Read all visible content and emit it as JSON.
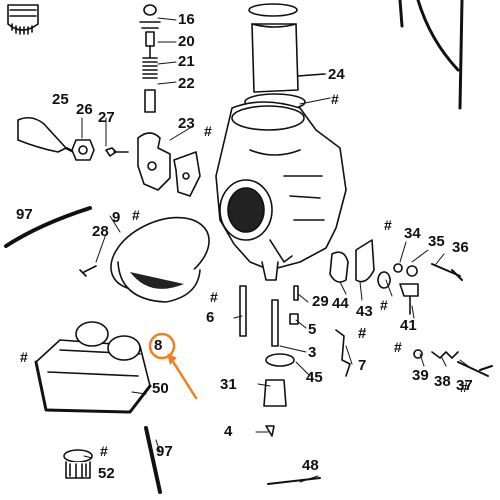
{
  "labels": {
    "n16": "16",
    "n20": "20",
    "n21": "21",
    "n22": "22",
    "n24": "24",
    "n25": "25",
    "n26": "26",
    "n27": "27",
    "n23": "23",
    "n97a": "97",
    "n9": "9",
    "n28": "28",
    "n34": "34",
    "n35": "35",
    "n36": "36",
    "n44": "44",
    "n43": "43",
    "n41": "41",
    "n29": "29",
    "n6": "6",
    "n5": "5",
    "n3": "3",
    "n7": "7",
    "n8": "8",
    "n50": "50",
    "n31": "31",
    "n45": "45",
    "n39": "39",
    "n38": "38",
    "n37": "37",
    "n4": "4",
    "n52": "52",
    "n97b": "97",
    "n48": "48",
    "hash": "#"
  },
  "callout": {
    "color": "#f08020"
  }
}
